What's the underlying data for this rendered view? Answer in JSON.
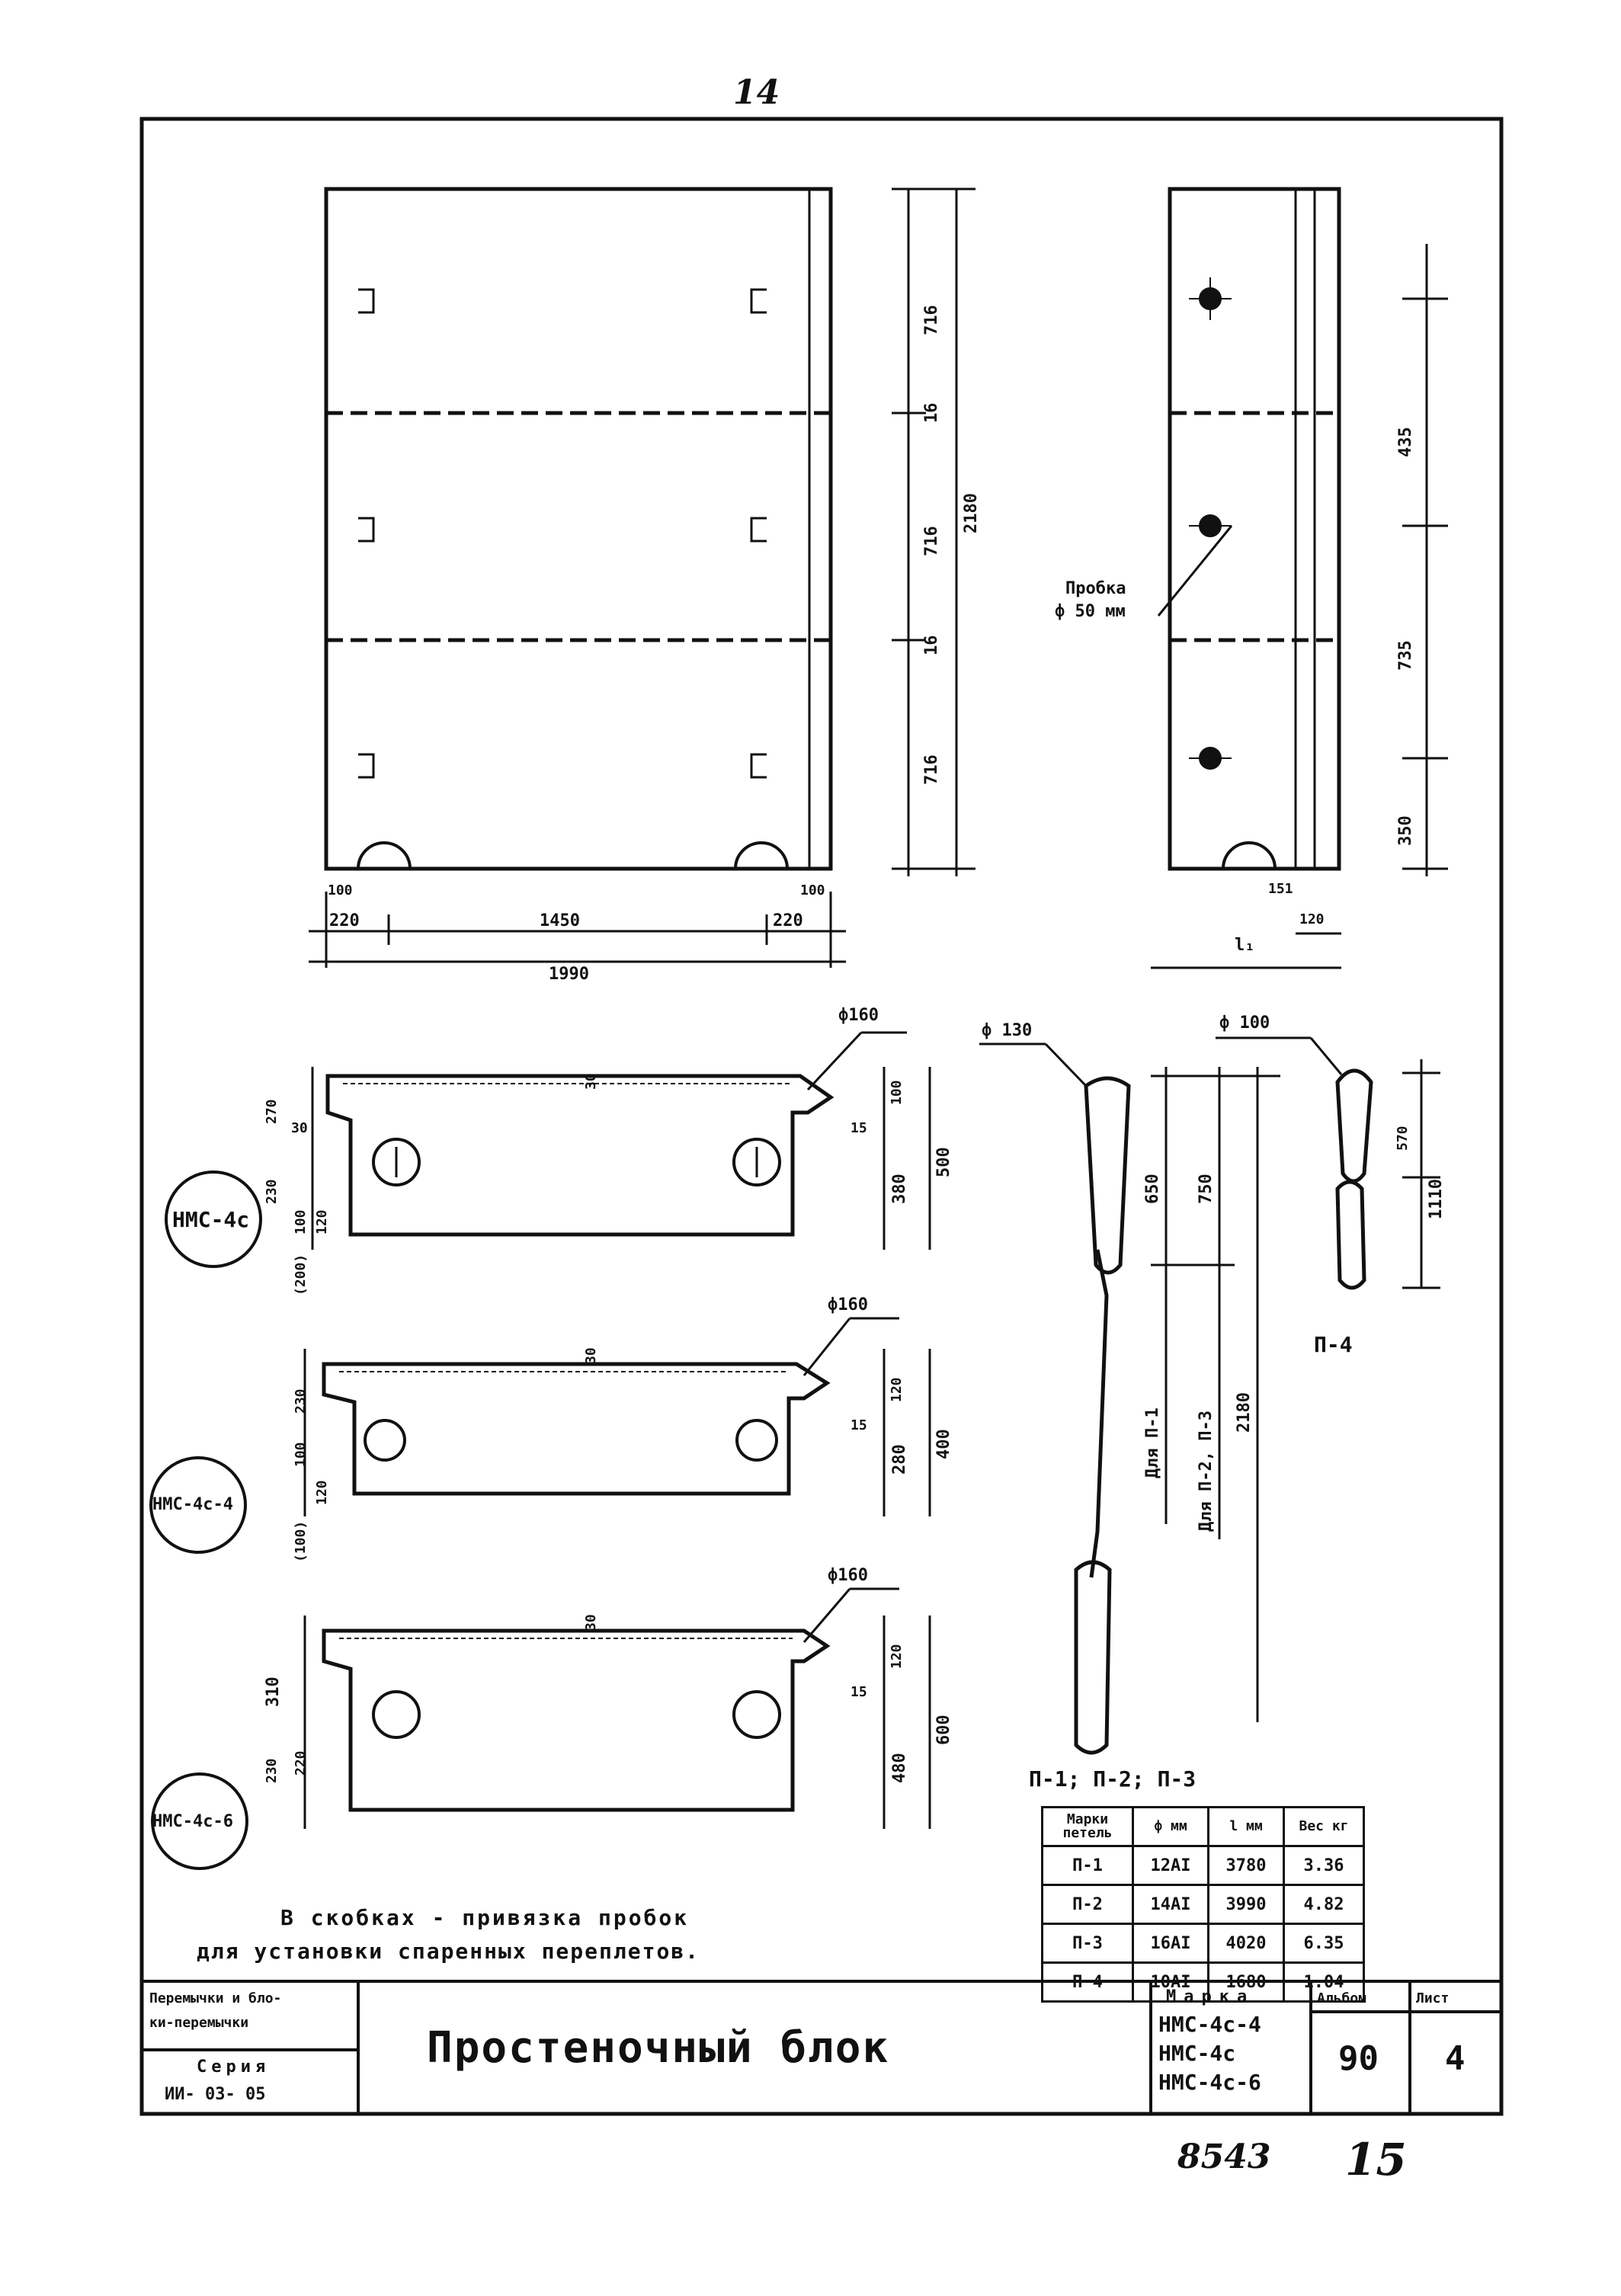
{
  "page_number_top": "14",
  "sheet_stamp_number": "15",
  "archive_number": "8543",
  "main_view": {
    "dims_vertical": [
      "716",
      "16",
      "716",
      "16",
      "716"
    ],
    "dim_total_height": "2180",
    "dims_bottom": [
      "100",
      "220",
      "1450",
      "220",
      "100"
    ],
    "dim_total_width": "1990"
  },
  "side_view": {
    "dims": [
      "435",
      "735",
      "350"
    ],
    "dims_bottom": [
      "151",
      "120"
    ],
    "bottom_label": "l₁",
    "plug_label": "Пробка",
    "plug_size": "ф 50 мм"
  },
  "sections": [
    {
      "mark": "НМС-4с",
      "diam": "ф160",
      "top_dim": "30",
      "dims_left": [
        "270",
        "30",
        "230",
        "100",
        "120",
        "(200)"
      ],
      "dims_right": [
        "100",
        "15",
        "380",
        "500"
      ]
    },
    {
      "mark": "НМС-4с-4",
      "diam": "ф160",
      "top_dim": "30",
      "dims_left": [
        "230",
        "100",
        "120",
        "(100)"
      ],
      "dims_right": [
        "120",
        "15",
        "280",
        "400"
      ]
    },
    {
      "mark": "НМС-4с-6",
      "diam": "ф160",
      "top_dim": "30",
      "dims_left": [
        "310",
        "230",
        "220"
      ],
      "dims_right": [
        "120",
        "15",
        "480",
        "600"
      ]
    }
  ],
  "loop_long": {
    "diam": "ф 130",
    "dims": [
      "650",
      "750",
      "2180"
    ],
    "note1": "Для П-1",
    "note2": "Для П-2, П-3",
    "caption": "П-1; П-2; П-3"
  },
  "loop_p4": {
    "diam": "ф 100",
    "dims": [
      "570",
      "1110"
    ],
    "caption": "П-4"
  },
  "loops_table": {
    "headers": [
      "Марки петель",
      "ф мм",
      "l мм",
      "Вес кг"
    ],
    "rows": [
      [
        "П-1",
        "12AI",
        "3780",
        "3.36"
      ],
      [
        "П-2",
        "14AI",
        "3990",
        "4.82"
      ],
      [
        "П-3",
        "16AI",
        "4020",
        "6.35"
      ],
      [
        "П 4",
        "10AI",
        "1680",
        "1.04"
      ]
    ]
  },
  "note_line1": "В скобках - привязка пробок",
  "note_line2": "для установки спаренных переплетов.",
  "title_block": {
    "left_line1": "Перемычки и бло-",
    "left_line2": "ки-перемычки",
    "series_label": "Серия",
    "series_value": "ИИ- 03- 05",
    "title": "Простеночный блок",
    "mark_label": "Марка",
    "marks": [
      "НМС-4с-4",
      "НМС-4с",
      "НМС-4с-6"
    ],
    "album_label": "Альбом",
    "album_value": "90",
    "sheet_label": "Лист",
    "sheet_value": "4"
  }
}
